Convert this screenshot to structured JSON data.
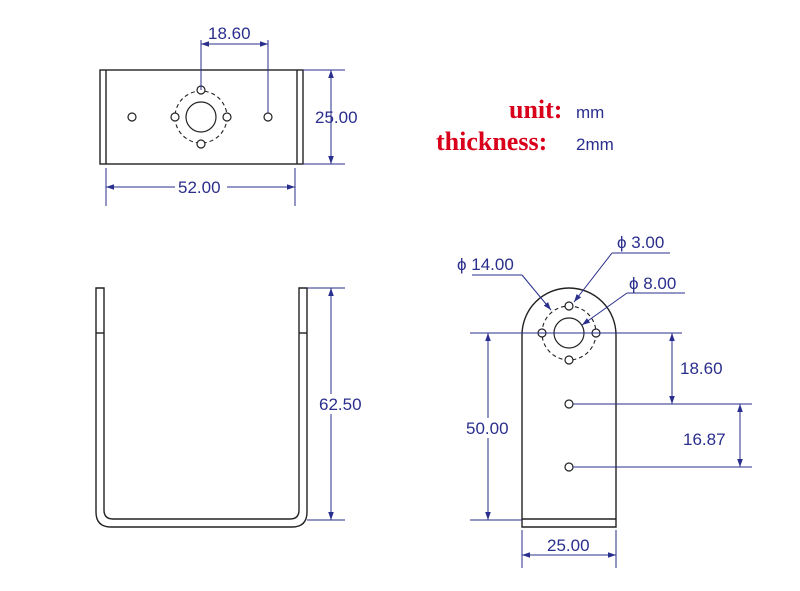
{
  "notes": {
    "unit_label": "unit:",
    "unit_value": "mm",
    "thickness_label": "thickness:",
    "thickness_value": "2mm"
  },
  "top_view": {
    "hole_spacing": "18.60",
    "height": "25.00",
    "width": "52.00"
  },
  "front_view": {
    "height": "62.50"
  },
  "side_view": {
    "outer_dia": "ϕ 14.00",
    "small_hole_dia": "ϕ 3.00",
    "center_hole_dia": "ϕ 8.00",
    "center_to_hole": "18.60",
    "hole_spacing": "16.87",
    "total_height": "50.00",
    "width": "25.00"
  },
  "colors": {
    "dimension": "#2a2e8c",
    "note_red": "#d9001b",
    "outline": "#222222"
  }
}
